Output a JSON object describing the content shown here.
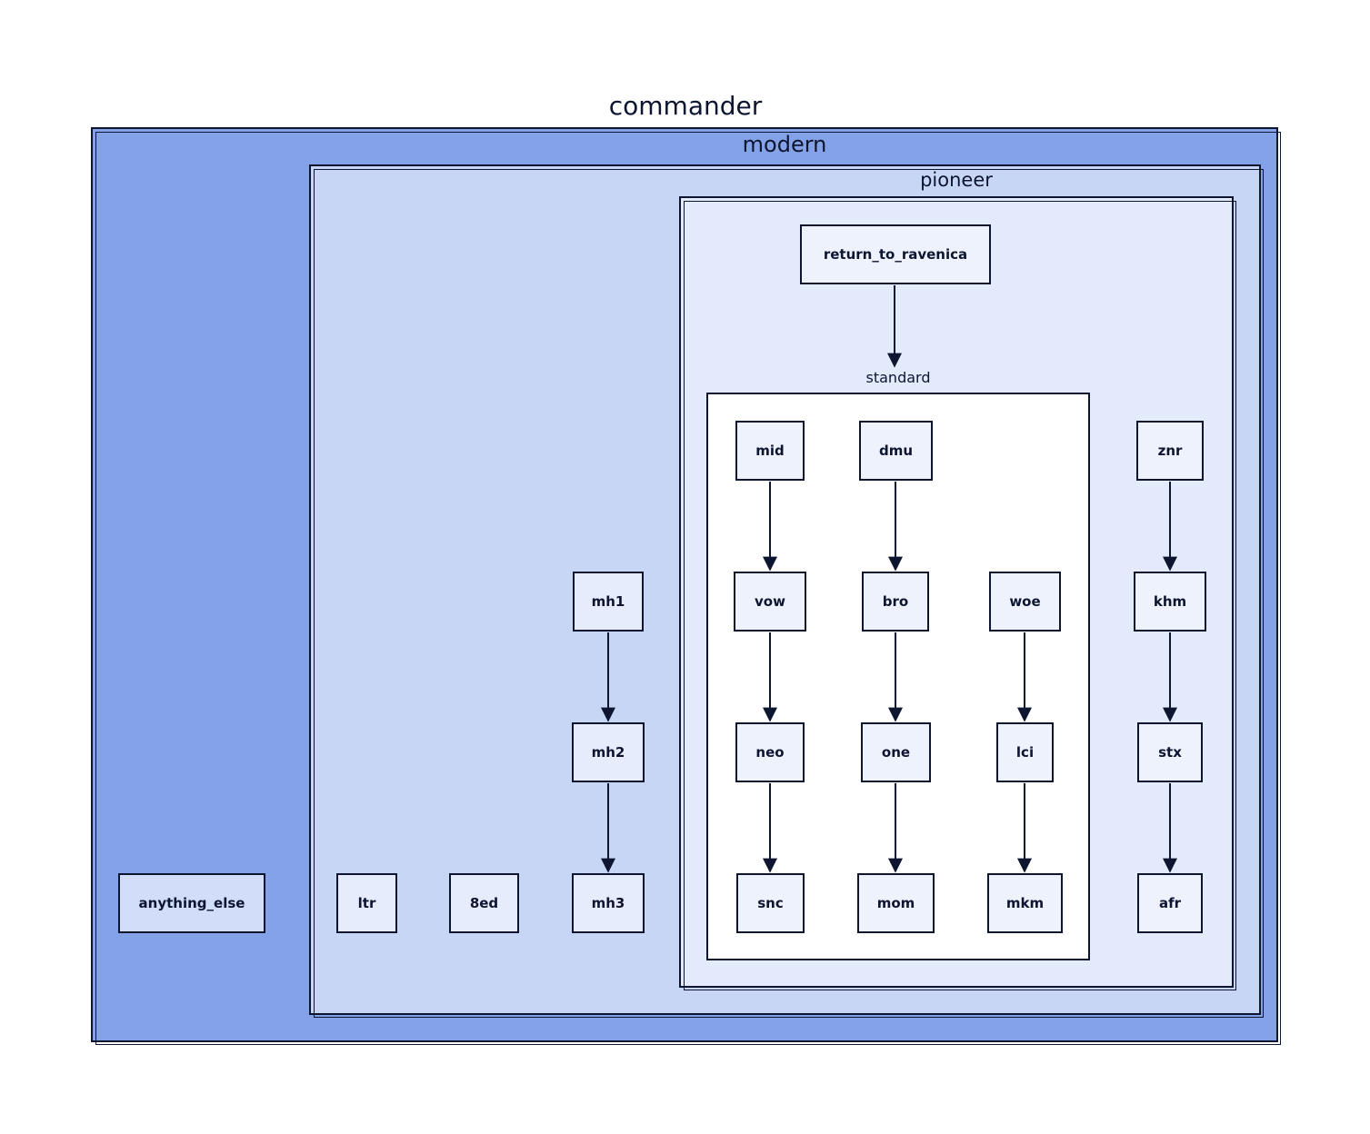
{
  "diagram": {
    "containers": {
      "commander": "commander",
      "modern": "modern",
      "pioneer": "pioneer",
      "standard": "standard"
    },
    "nodes": {
      "anything_else": "anything_else",
      "ltr": "ltr",
      "ed8": "8ed",
      "mh1": "mh1",
      "mh2": "mh2",
      "mh3": "mh3",
      "return_to_ravenica": "return_to_ravenica",
      "mid": "mid",
      "vow": "vow",
      "neo": "neo",
      "snc": "snc",
      "dmu": "dmu",
      "bro": "bro",
      "one": "one",
      "mom": "mom",
      "woe": "woe",
      "lci": "lci",
      "mkm": "mkm",
      "znr": "znr",
      "khm": "khm",
      "stx": "stx",
      "afr": "afr"
    },
    "edges": [
      [
        "return_to_ravenica",
        "standard"
      ],
      [
        "mid",
        "vow"
      ],
      [
        "vow",
        "neo"
      ],
      [
        "neo",
        "snc"
      ],
      [
        "dmu",
        "bro"
      ],
      [
        "bro",
        "one"
      ],
      [
        "one",
        "mom"
      ],
      [
        "woe",
        "lci"
      ],
      [
        "lci",
        "mkm"
      ],
      [
        "znr",
        "khm"
      ],
      [
        "khm",
        "stx"
      ],
      [
        "stx",
        "afr"
      ],
      [
        "mh1",
        "mh2"
      ],
      [
        "mh2",
        "mh3"
      ]
    ],
    "colors": {
      "commander_fill": "#84a2e8",
      "modern_fill": "#c8d6f6",
      "pioneer_fill": "#e3eafb",
      "standard_fill": "#ffffff",
      "stroke": "#0d1530"
    }
  }
}
